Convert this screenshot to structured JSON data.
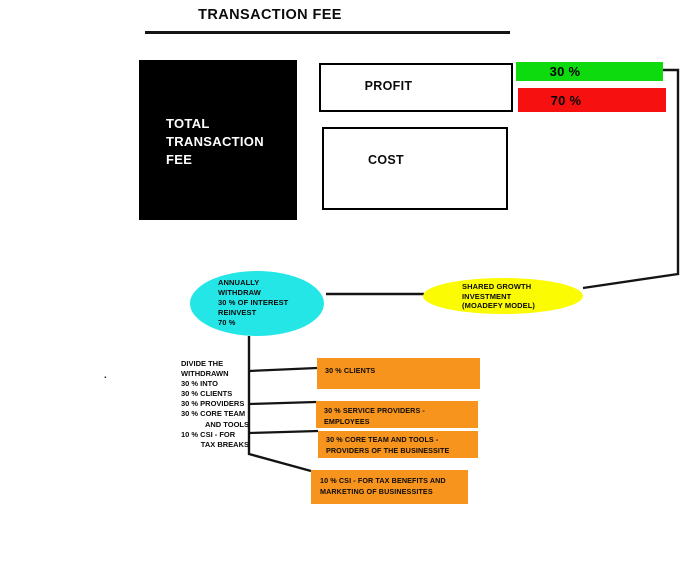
{
  "header": {
    "title": "TRANSACTION FEE"
  },
  "total_fee_box": {
    "line1": "TOTAL",
    "line2": "TRANSACTION",
    "line3": "FEE",
    "color": "#000000"
  },
  "profit_box": {
    "label": "PROFIT"
  },
  "cost_box": {
    "label": "COST"
  },
  "profit_split": {
    "profit_share": {
      "label": "30 %",
      "color": "#0edb0e"
    },
    "cost_share": {
      "label": "70 %",
      "color": "#f61010"
    }
  },
  "withdraw_ellipse": {
    "color": "#25e6e6",
    "line1": "ANNUALLY",
    "line2": "WITHDRAW",
    "line3": "30 % OF INTEREST",
    "line4": "REINVEST",
    "line5": "70 %"
  },
  "shared_growth_ellipse": {
    "color": "#fbfb04",
    "line1": "SHARED GROWTH",
    "line2": "INVESTMENT",
    "line3": "(MOADEFY MODEL)"
  },
  "divide_note": {
    "line1": "DIVIDE THE",
    "line2": "WITHDRAWN",
    "line3": "30 % INTO",
    "line4": "30 % CLIENTS",
    "line5": "30 % PROVIDERS",
    "line6": "30 % CORE TEAM",
    "line7": "AND TOOLS",
    "line8": "10 % CSI - FOR",
    "line9": "TAX BREAKS"
  },
  "allocation_boxes": {
    "color": "#f7941e",
    "clients": {
      "line1": "30 % CLIENTS"
    },
    "service_providers": {
      "line1": "30 % SERVICE PROVIDERS -",
      "line2": "EMPLOYEES"
    },
    "core_team": {
      "line1": "30 % CORE TEAM AND TOOLS -",
      "line2": "PROVIDERS OF THE BUSINESSITE"
    },
    "csi": {
      "line1": "10 % CSI - FOR TAX BENEFITS AND",
      "line2": "MARKETING OF BUSINESSITES"
    }
  },
  "stray_mark": "."
}
